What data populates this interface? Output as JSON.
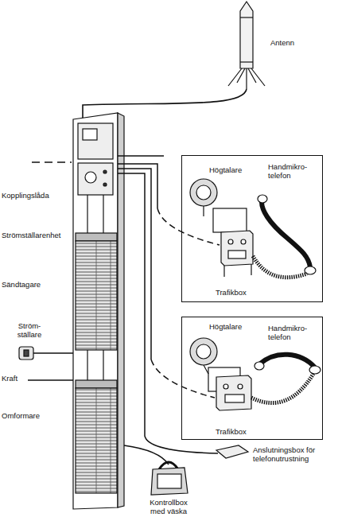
{
  "diagram": {
    "nodes": [
      {
        "text": [
          "Högtalare",
          "Handmikro- telefon",
          "Trafikbox"
        ]
      },
      {
        "text": [
          "Högtalare",
          "Handmikro- telefon",
          "Trafikbox"
        ]
      }
    ],
    "labels": [
      "Antenn",
      "Kopplingslåda",
      "Strömställarenhet",
      "Sändtagare",
      "Ström- ställare",
      "Kraft",
      "Omformare",
      "Anslutningsbox för telefonutrustning",
      "Kontrollbox med väska"
    ]
  }
}
